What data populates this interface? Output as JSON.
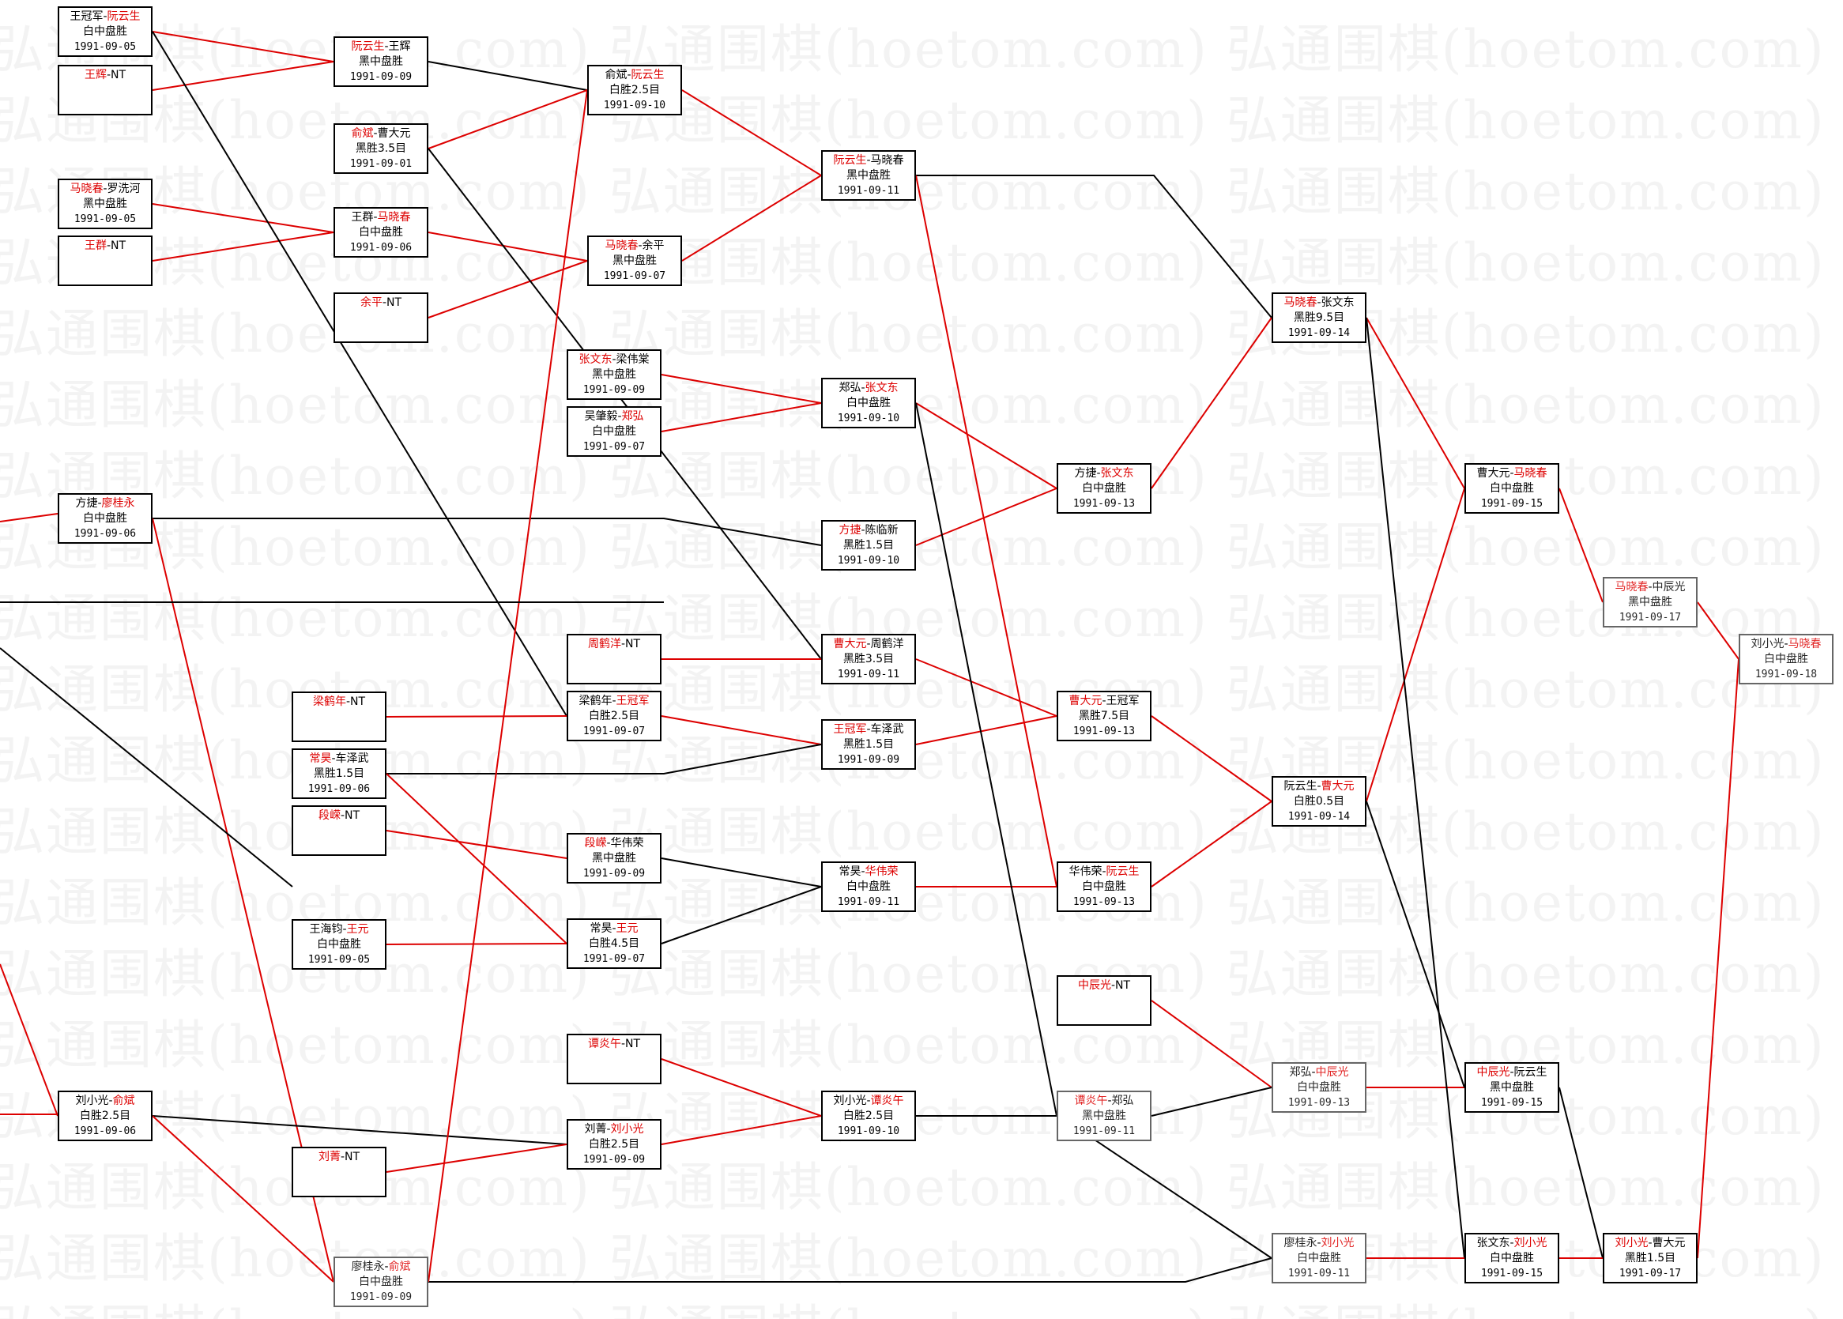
{
  "watermark": "弘通围棋(hoetom.com)",
  "colors": {
    "winner": "#dd0000",
    "line_win": "#dd0000",
    "line_lose": "#000000",
    "border": "#000000"
  },
  "games": [
    {
      "id": "g1",
      "p1": "王冠军",
      "p2": "阮云生",
      "winner": 2,
      "result": "白中盘胜",
      "date": "1991-09-05"
    },
    {
      "id": "g2",
      "p1": "王辉",
      "p2": "NT",
      "winner": 1,
      "result": "",
      "date": ""
    },
    {
      "id": "g3",
      "p1": "马晓春",
      "p2": "罗洗河",
      "winner": 1,
      "result": "黑中盘胜",
      "date": "1991-09-05"
    },
    {
      "id": "g4",
      "p1": "王群",
      "p2": "NT",
      "winner": 1,
      "result": "",
      "date": ""
    },
    {
      "id": "g5",
      "p1": "方捷",
      "p2": "廖桂永",
      "winner": 2,
      "result": "白中盘胜",
      "date": "1991-09-06"
    },
    {
      "id": "g6",
      "p1": "刘小光",
      "p2": "俞斌",
      "winner": 2,
      "result": "白胜2.5目",
      "date": "1991-09-06"
    },
    {
      "id": "g7",
      "p1": "阮云生",
      "p2": "王辉",
      "winner": 1,
      "result": "黑中盘胜",
      "date": "1991-09-09"
    },
    {
      "id": "g8",
      "p1": "俞斌",
      "p2": "曹大元",
      "winner": 1,
      "result": "黑胜3.5目",
      "date": "1991-09-01"
    },
    {
      "id": "g9",
      "p1": "王群",
      "p2": "马晓春",
      "winner": 2,
      "result": "白中盘胜",
      "date": "1991-09-06"
    },
    {
      "id": "g10",
      "p1": "余平",
      "p2": "NT",
      "winner": 1,
      "result": "",
      "date": ""
    },
    {
      "id": "g11",
      "p1": "梁鹤年",
      "p2": "NT",
      "winner": 1,
      "result": "",
      "date": ""
    },
    {
      "id": "g12",
      "p1": "常昊",
      "p2": "车泽武",
      "winner": 1,
      "result": "黑胜1.5目",
      "date": "1991-09-06"
    },
    {
      "id": "g13",
      "p1": "段嵘",
      "p2": "NT",
      "winner": 1,
      "result": "",
      "date": ""
    },
    {
      "id": "g14",
      "p1": "王海钧",
      "p2": "王元",
      "winner": 2,
      "result": "白中盘胜",
      "date": "1991-09-05"
    },
    {
      "id": "g15",
      "p1": "刘菁",
      "p2": "NT",
      "winner": 1,
      "result": "",
      "date": ""
    },
    {
      "id": "g16",
      "p1": "廖桂永",
      "p2": "俞斌",
      "winner": 2,
      "result": "白中盘胜",
      "date": "1991-09-09",
      "faded": true
    },
    {
      "id": "g17",
      "p1": "俞斌",
      "p2": "阮云生",
      "winner": 2,
      "result": "白胜2.5目",
      "date": "1991-09-10"
    },
    {
      "id": "g18",
      "p1": "马晓春",
      "p2": "余平",
      "winner": 1,
      "result": "黑中盘胜",
      "date": "1991-09-07"
    },
    {
      "id": "g19",
      "p1": "张文东",
      "p2": "梁伟棠",
      "winner": 1,
      "result": "黑中盘胜",
      "date": "1991-09-09"
    },
    {
      "id": "g20",
      "p1": "吴肇毅",
      "p2": "郑弘",
      "winner": 2,
      "result": "白中盘胜",
      "date": "1991-09-07"
    },
    {
      "id": "g21",
      "p1": "周鹤洋",
      "p2": "NT",
      "winner": 1,
      "result": "",
      "date": ""
    },
    {
      "id": "g22",
      "p1": "梁鹤年",
      "p2": "王冠军",
      "winner": 2,
      "result": "白胜2.5目",
      "date": "1991-09-07"
    },
    {
      "id": "g23",
      "p1": "段嵘",
      "p2": "华伟荣",
      "winner": 1,
      "result": "黑中盘胜",
      "date": "1991-09-09"
    },
    {
      "id": "g24",
      "p1": "常昊",
      "p2": "王元",
      "winner": 2,
      "result": "白胜4.5目",
      "date": "1991-09-07"
    },
    {
      "id": "g25",
      "p1": "谭炎午",
      "p2": "NT",
      "winner": 1,
      "result": "",
      "date": ""
    },
    {
      "id": "g26",
      "p1": "刘菁",
      "p2": "刘小光",
      "winner": 2,
      "result": "白胜2.5目",
      "date": "1991-09-09"
    },
    {
      "id": "g27",
      "p1": "阮云生",
      "p2": "马晓春",
      "winner": 1,
      "result": "黑中盘胜",
      "date": "1991-09-11"
    },
    {
      "id": "g28",
      "p1": "郑弘",
      "p2": "张文东",
      "winner": 2,
      "result": "白中盘胜",
      "date": "1991-09-10"
    },
    {
      "id": "g29",
      "p1": "方捷",
      "p2": "陈临新",
      "winner": 1,
      "result": "黑胜1.5目",
      "date": "1991-09-10"
    },
    {
      "id": "g30",
      "p1": "曹大元",
      "p2": "周鹤洋",
      "winner": 1,
      "result": "黑胜3.5目",
      "date": "1991-09-11"
    },
    {
      "id": "g31",
      "p1": "王冠军",
      "p2": "车泽武",
      "winner": 1,
      "result": "黑胜1.5目",
      "date": "1991-09-09"
    },
    {
      "id": "g32",
      "p1": "常昊",
      "p2": "华伟荣",
      "winner": 2,
      "result": "白中盘胜",
      "date": "1991-09-11"
    },
    {
      "id": "g33",
      "p1": "刘小光",
      "p2": "谭炎午",
      "winner": 2,
      "result": "白胜2.5目",
      "date": "1991-09-10"
    },
    {
      "id": "g34",
      "p1": "方捷",
      "p2": "张文东",
      "winner": 2,
      "result": "白中盘胜",
      "date": "1991-09-13"
    },
    {
      "id": "g35",
      "p1": "曹大元",
      "p2": "王冠军",
      "winner": 1,
      "result": "黑胜7.5目",
      "date": "1991-09-13"
    },
    {
      "id": "g36",
      "p1": "华伟荣",
      "p2": "阮云生",
      "winner": 2,
      "result": "白中盘胜",
      "date": "1991-09-13"
    },
    {
      "id": "g37",
      "p1": "中辰光",
      "p2": "NT",
      "winner": 1,
      "result": "",
      "date": ""
    },
    {
      "id": "g38",
      "p1": "谭炎午",
      "p2": "郑弘",
      "winner": 1,
      "result": "黑中盘胜",
      "date": "1991-09-11",
      "faded": true
    },
    {
      "id": "g39",
      "p1": "马晓春",
      "p2": "张文东",
      "winner": 1,
      "result": "黑胜9.5目",
      "date": "1991-09-14"
    },
    {
      "id": "g40",
      "p1": "阮云生",
      "p2": "曹大元",
      "winner": 2,
      "result": "白胜0.5目",
      "date": "1991-09-14"
    },
    {
      "id": "g41",
      "p1": "郑弘",
      "p2": "中辰光",
      "winner": 2,
      "result": "白中盘胜",
      "date": "1991-09-13",
      "faded": true
    },
    {
      "id": "g42",
      "p1": "廖桂永",
      "p2": "刘小光",
      "winner": 2,
      "result": "白中盘胜",
      "date": "1991-09-11",
      "faded": true
    },
    {
      "id": "g43",
      "p1": "曹大元",
      "p2": "马晓春",
      "winner": 2,
      "result": "白中盘胜",
      "date": "1991-09-15"
    },
    {
      "id": "g44",
      "p1": "中辰光",
      "p2": "阮云生",
      "winner": 1,
      "result": "黑中盘胜",
      "date": "1991-09-15"
    },
    {
      "id": "g45",
      "p1": "张文东",
      "p2": "刘小光",
      "winner": 2,
      "result": "白中盘胜",
      "date": "1991-09-15"
    },
    {
      "id": "g46",
      "p1": "马晓春",
      "p2": "中辰光",
      "winner": 1,
      "result": "黑中盘胜",
      "date": "1991-09-17",
      "faded": true
    },
    {
      "id": "g47",
      "p1": "刘小光",
      "p2": "曹大元",
      "winner": 1,
      "result": "黑胜1.5目",
      "date": "1991-09-17"
    },
    {
      "id": "g48",
      "p1": "刘小光",
      "p2": "马晓春",
      "winner": 2,
      "result": "白中盘胜",
      "date": "1991-09-18",
      "faded": true
    }
  ]
}
